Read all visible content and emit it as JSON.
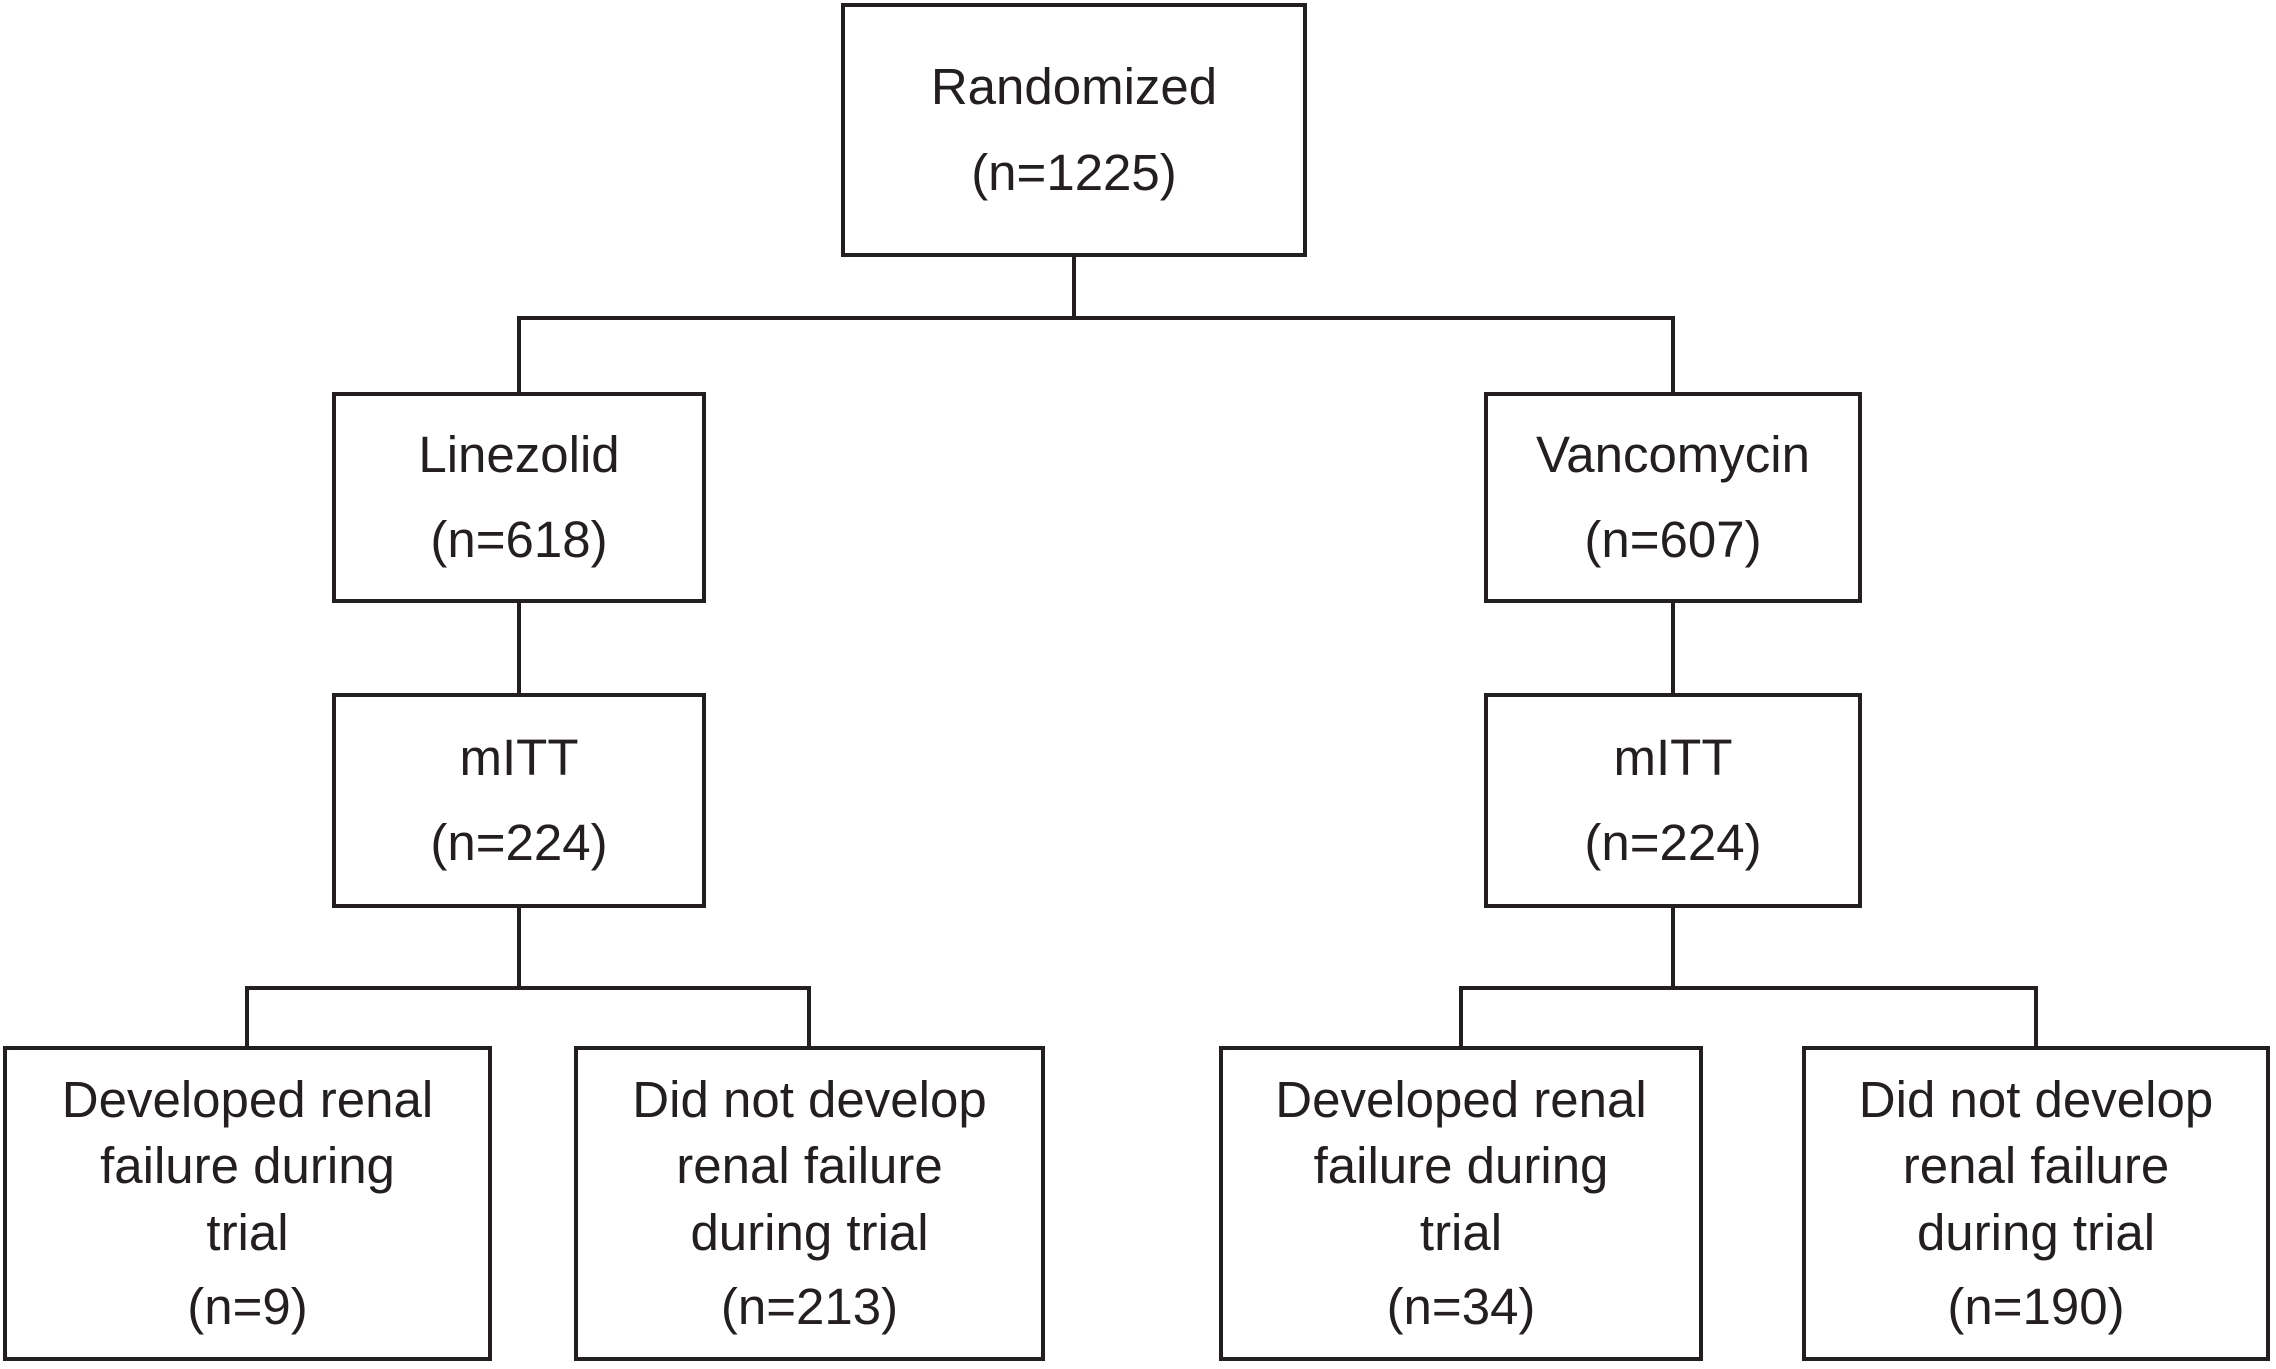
{
  "diagram": {
    "type": "flowchart",
    "nodes": {
      "randomized": {
        "label": "Randomized",
        "count": "(n=1225)"
      },
      "linezolid": {
        "label": "Linezolid",
        "count": "(n=618)"
      },
      "vancomycin": {
        "label": "Vancomycin",
        "count": "(n=607)"
      },
      "mitt_linezolid": {
        "label": "mITT",
        "count": "(n=224)"
      },
      "mitt_vancomycin": {
        "label": "mITT",
        "count": "(n=224)"
      },
      "linezolid_developed_rf": {
        "label": "Developed renal failure during trial",
        "count": "(n=9)"
      },
      "linezolid_no_rf": {
        "label": "Did not develop renal failure during trial",
        "count": "(n=213)"
      },
      "vancomycin_developed_rf": {
        "label": "Developed renal failure during trial",
        "count": "(n=34)"
      },
      "vancomycin_no_rf": {
        "label": "Did not develop renal failure during trial",
        "count": "(n=190)"
      }
    },
    "edges": [
      [
        "randomized",
        "linezolid"
      ],
      [
        "randomized",
        "vancomycin"
      ],
      [
        "linezolid",
        "mitt_linezolid"
      ],
      [
        "vancomycin",
        "mitt_vancomycin"
      ],
      [
        "mitt_linezolid",
        "linezolid_developed_rf"
      ],
      [
        "mitt_linezolid",
        "linezolid_no_rf"
      ],
      [
        "mitt_vancomycin",
        "vancomycin_developed_rf"
      ],
      [
        "mitt_vancomycin",
        "vancomycin_no_rf"
      ]
    ],
    "colors": {
      "line": "#231f20",
      "text": "#231f20",
      "background": "#ffffff"
    }
  }
}
